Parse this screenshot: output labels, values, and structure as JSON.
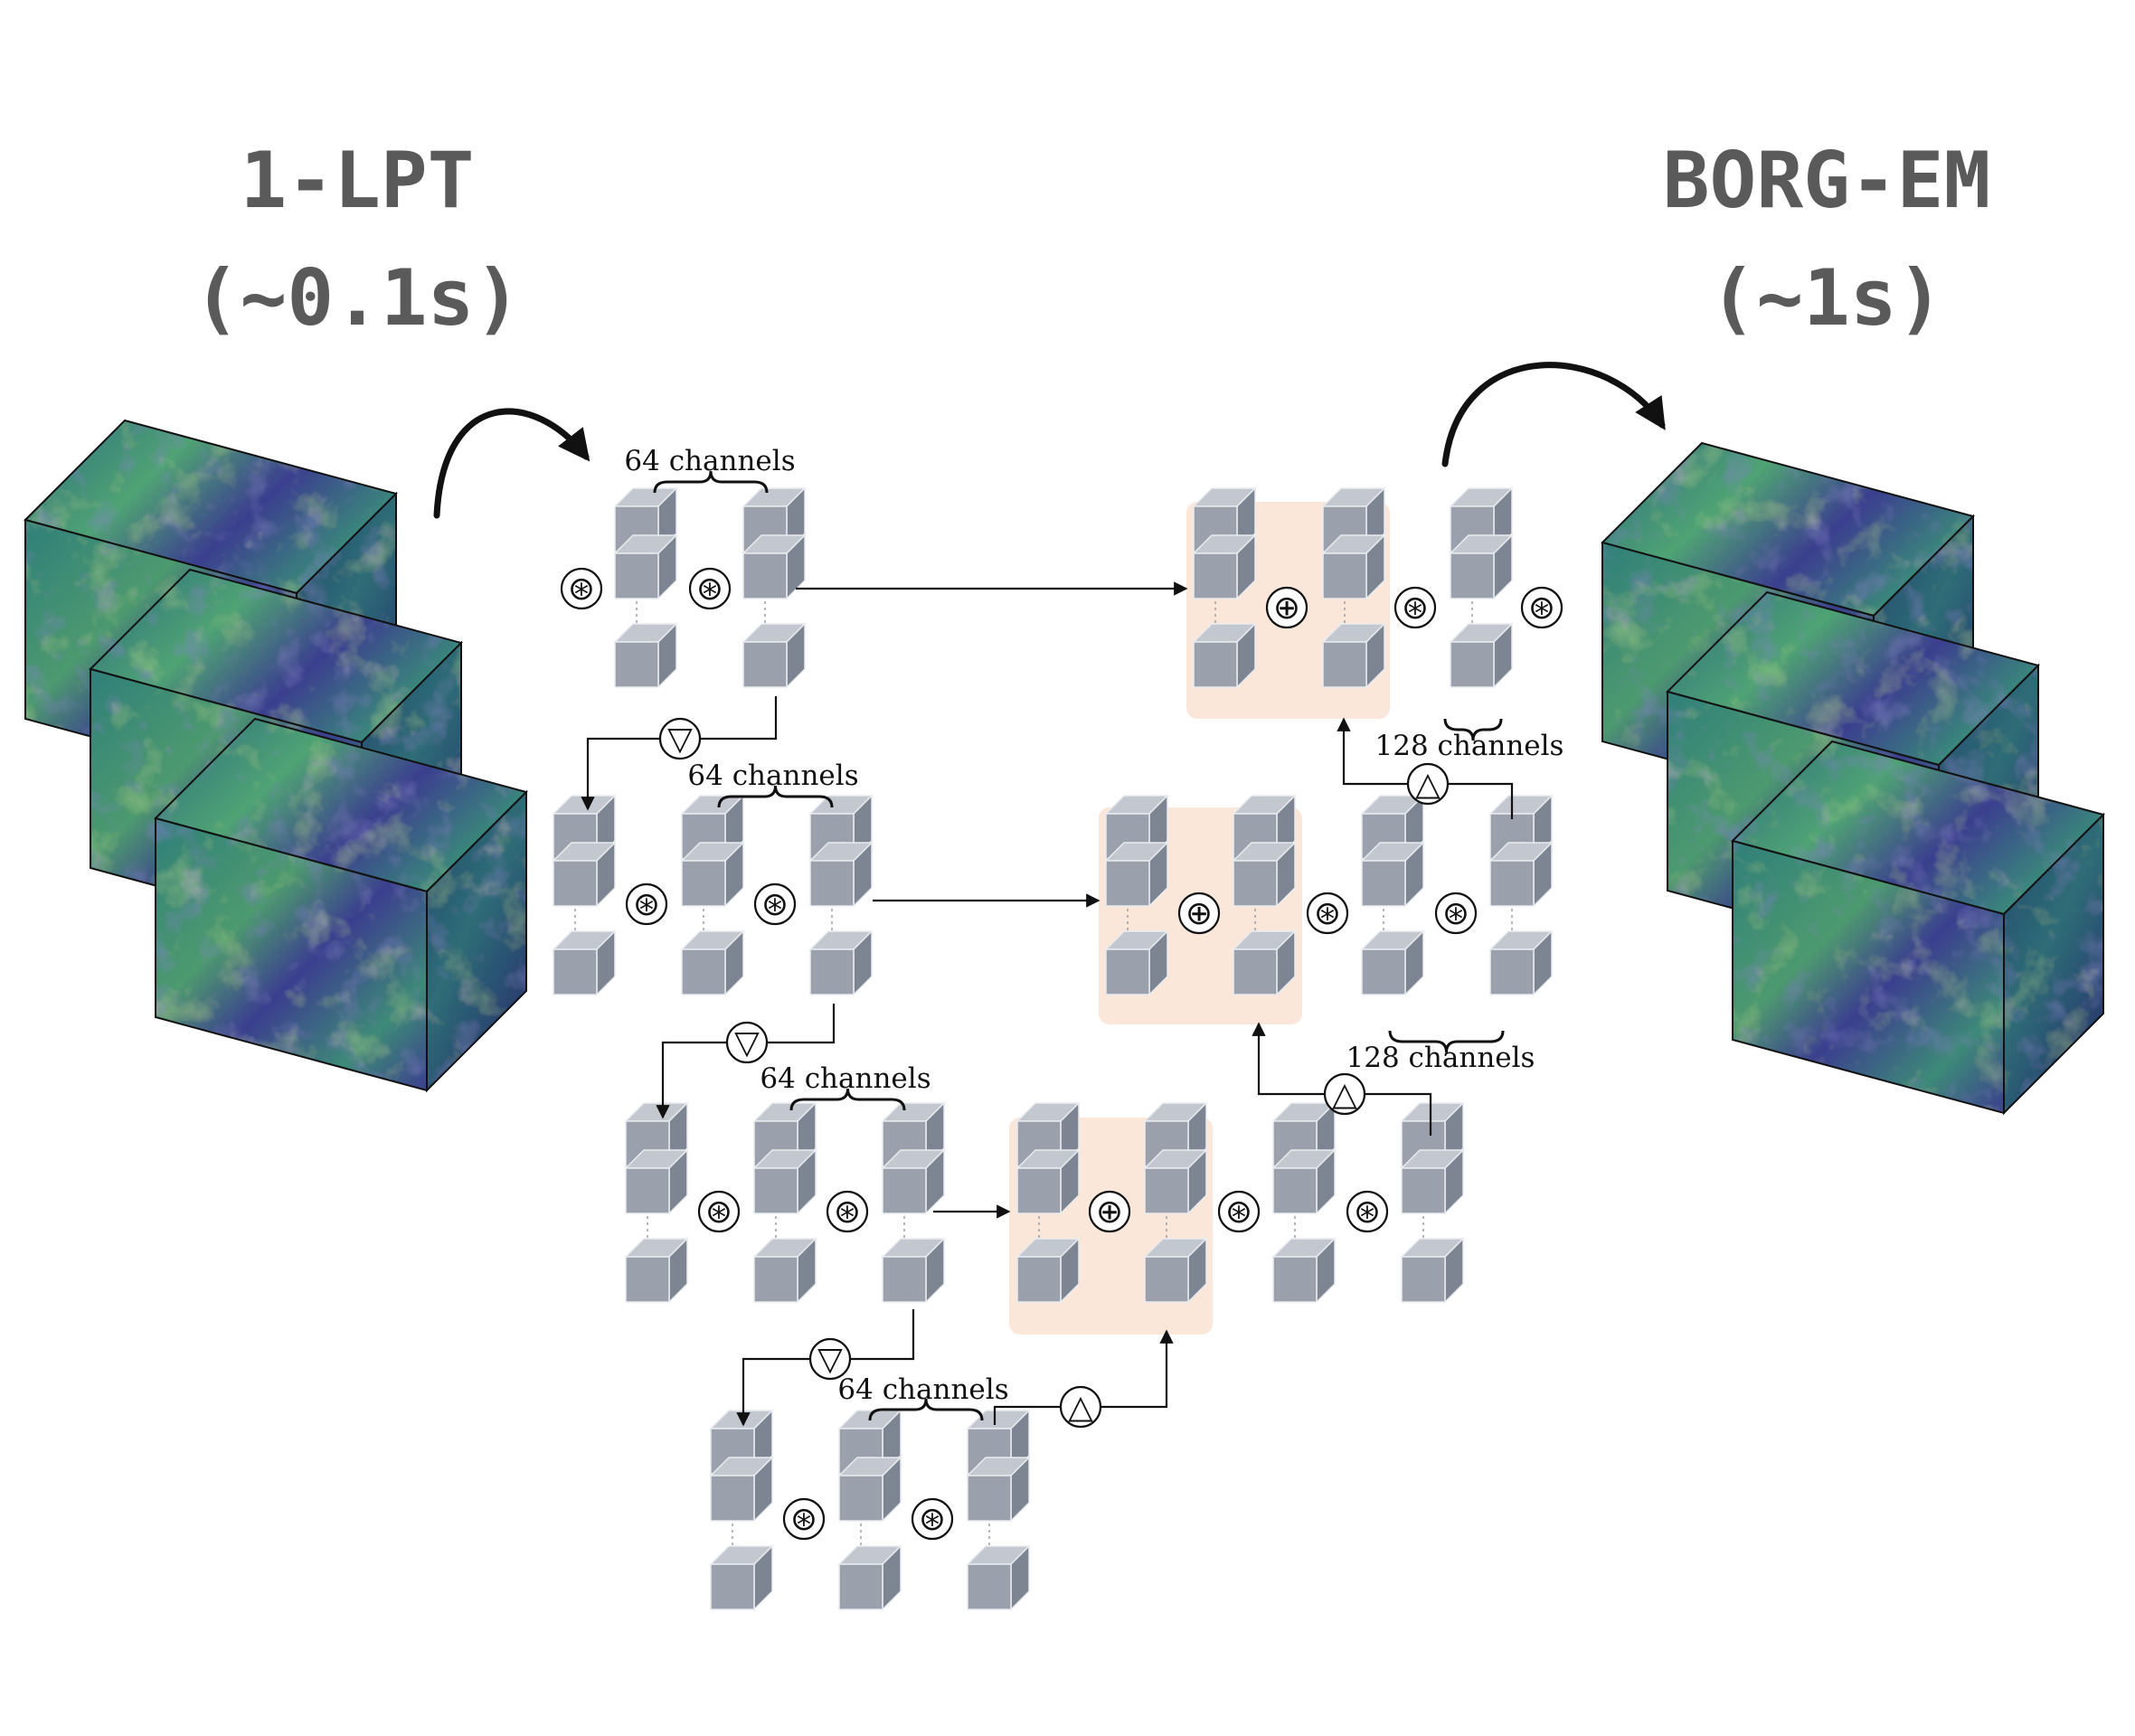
{
  "left_label": {
    "name": "1-LPT",
    "time": "(~0.1s)"
  },
  "right_label": {
    "name": "BORG-EM",
    "time": "(~1s)"
  },
  "channel_labels": [
    "64 channels",
    "64 channels",
    "64 channels",
    "64 channels",
    "128 channels",
    "128 channels"
  ],
  "operator_symbols": {
    "convolution": "⊛",
    "addition": "⊕",
    "downsample": "▽",
    "upsample": "△"
  },
  "colors": {
    "title_text": "#5a5a5a",
    "block_front": "#9aa1ad",
    "block_top": "#c3c8d0",
    "block_side": "#7d8593",
    "block_inner": "#5f6772",
    "skip_panel": "#fbe6da",
    "field_dark": "#3b3f8f",
    "field_mid": "#2f7f7a",
    "field_light": "#a6d94a",
    "arrow": "#111111"
  },
  "icons": [
    "input-field-cube",
    "output-field-cube",
    "curved-arrow-icon",
    "conv-block-icon"
  ]
}
